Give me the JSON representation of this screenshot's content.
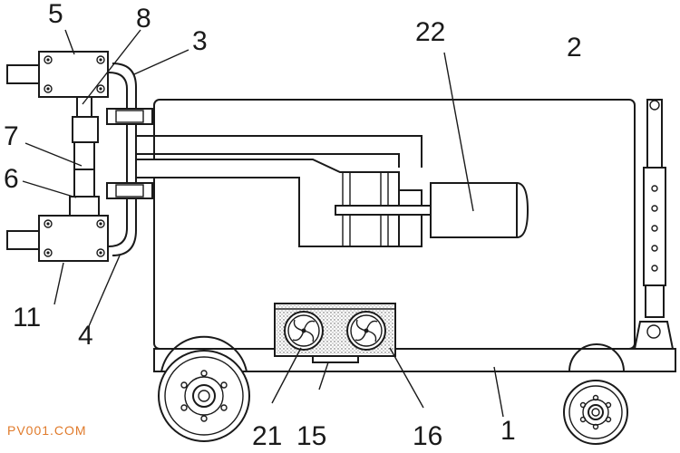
{
  "callouts": {
    "c1": "1",
    "c2": "2",
    "c3": "3",
    "c4": "4",
    "c5": "5",
    "c6": "6",
    "c7": "7",
    "c8": "8",
    "c11": "11",
    "c15": "15",
    "c16": "16",
    "c21": "21",
    "c22": "22"
  },
  "watermark": "PV001.COM",
  "colors": {
    "line": "#1a1a1a",
    "watermark": "#e07a2a"
  }
}
